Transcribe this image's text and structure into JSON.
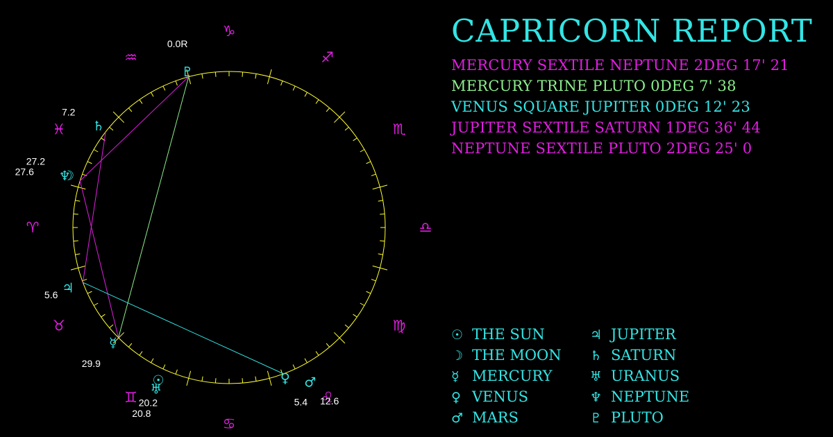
{
  "title": "CAPRICORN REPORT",
  "colors": {
    "background": "#000000",
    "title": "#33e5e5",
    "sign": "#e21ee2",
    "planet": "#33e5e5",
    "wheel": "#ffff33",
    "degree_label": "#ffffff"
  },
  "aspects": [
    {
      "text": "MERCURY SEXTILE NEPTUNE 2DEG 17' 21",
      "color": "#e21ee2",
      "from": "mercury",
      "to": "neptune"
    },
    {
      "text": "MERCURY TRINE PLUTO 0DEG 7' 38",
      "color": "#8cf08c",
      "from": "mercury",
      "to": "pluto"
    },
    {
      "text": "VENUS SQUARE JUPITER 0DEG 12' 23",
      "color": "#33e5e5",
      "from": "venus",
      "to": "jupiter"
    },
    {
      "text": "JUPITER SEXTILE SATURN 1DEG 36' 44",
      "color": "#e21ee2",
      "from": "jupiter",
      "to": "saturn"
    },
    {
      "text": "NEPTUNE SEXTILE PLUTO 2DEG 25' 0",
      "color": "#e21ee2",
      "from": "neptune",
      "to": "pluto"
    }
  ],
  "legend": [
    {
      "glyph": "☉",
      "label": "THE SUN"
    },
    {
      "glyph": "☽",
      "label": "THE MOON"
    },
    {
      "glyph": "☿",
      "label": "MERCURY"
    },
    {
      "glyph": "♀",
      "label": "VENUS"
    },
    {
      "glyph": "♂",
      "label": "MARS"
    },
    {
      "glyph": "♃",
      "label": "JUPITER"
    },
    {
      "glyph": "♄",
      "label": "SATURN"
    },
    {
      "glyph": "♅",
      "label": "URANUS"
    },
    {
      "glyph": "♆",
      "label": "NEPTUNE"
    },
    {
      "glyph": "♇",
      "label": "PLUTO"
    }
  ],
  "signs": [
    {
      "name": "aries",
      "glyph": "♈"
    },
    {
      "name": "taurus",
      "glyph": "♉"
    },
    {
      "name": "gemini",
      "glyph": "♊"
    },
    {
      "name": "cancer",
      "glyph": "♋"
    },
    {
      "name": "leo",
      "glyph": "♌"
    },
    {
      "name": "virgo",
      "glyph": "♍"
    },
    {
      "name": "libra",
      "glyph": "♎"
    },
    {
      "name": "scorpio",
      "glyph": "♏"
    },
    {
      "name": "sagittarius",
      "glyph": "♐"
    },
    {
      "name": "capricorn",
      "glyph": "♑"
    },
    {
      "name": "aquarius",
      "glyph": "♒"
    },
    {
      "name": "pisces",
      "glyph": "♓"
    }
  ],
  "planets": [
    {
      "name": "sun",
      "glyph": "☉",
      "sign": "gemini",
      "degree": 20.2,
      "label": "20.2"
    },
    {
      "name": "moon",
      "glyph": "☽",
      "sign": "pisces",
      "degree": 27.2,
      "label": "27.2"
    },
    {
      "name": "mercury",
      "glyph": "☿",
      "sign": "taurus",
      "degree": 29.9,
      "label": "29.9"
    },
    {
      "name": "venus",
      "glyph": "♀",
      "sign": "leo",
      "degree": 5.4,
      "label": "5.4"
    },
    {
      "name": "mars",
      "glyph": "♂",
      "sign": "leo",
      "degree": 12.6,
      "label": "12.6"
    },
    {
      "name": "jupiter",
      "glyph": "♃",
      "sign": "taurus",
      "degree": 5.6,
      "label": "5.6"
    },
    {
      "name": "saturn",
      "glyph": "♄",
      "sign": "pisces",
      "degree": 7.2,
      "label": "7.2"
    },
    {
      "name": "uranus",
      "glyph": "♅",
      "sign": "gemini",
      "degree": 20.8,
      "label": "20.8"
    },
    {
      "name": "neptune",
      "glyph": "♆",
      "sign": "pisces",
      "degree": 27.6,
      "label": "27.6"
    },
    {
      "name": "pluto",
      "glyph": "♇",
      "sign": "aquarius",
      "degree": 0.0,
      "label": "0.0R"
    }
  ]
}
